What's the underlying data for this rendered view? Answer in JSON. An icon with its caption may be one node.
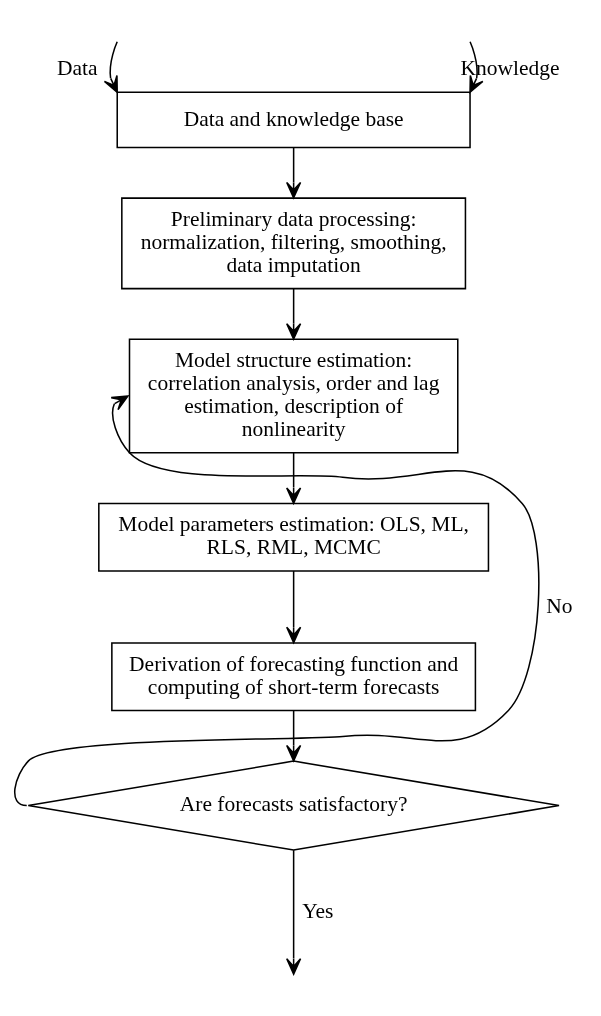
{
  "diagram": {
    "nodes": [
      {
        "text": [
          "Data and knowledge base"
        ]
      },
      {
        "text": [
          "Preliminary data processing: normalization, filtering, smoothing, data imputation"
        ]
      },
      {
        "text": [
          "Model structure estimation: correlation analysis, order and lag estimation, description of nonlinearity"
        ]
      },
      {
        "text": [
          "Model parameters estimation: OLS, ML, RLS, RML, MCMC"
        ]
      },
      {
        "text": [
          "Derivation of forecasting function and computing of short-term forecasts"
        ]
      },
      {
        "text": [
          "Are forecasts satisfactory?"
        ]
      }
    ],
    "edges": [
      {
        "from": null,
        "to": 0,
        "arrow": "to",
        "label": "Data"
      },
      {
        "from": null,
        "to": 0,
        "arrow": "to",
        "label": "Knowledge"
      },
      {
        "from": 0,
        "to": 1,
        "arrow": "to"
      },
      {
        "from": 1,
        "to": 2,
        "arrow": "to"
      },
      {
        "from": 2,
        "to": 3,
        "arrow": "to"
      },
      {
        "from": 3,
        "to": 4,
        "arrow": "to"
      },
      {
        "from": 4,
        "to": 5,
        "arrow": "to"
      },
      {
        "from": 5,
        "to": 2,
        "arrow": "to",
        "label": "No"
      },
      {
        "from": 5,
        "to": null,
        "arrow": "to",
        "label": "Yes"
      }
    ]
  }
}
